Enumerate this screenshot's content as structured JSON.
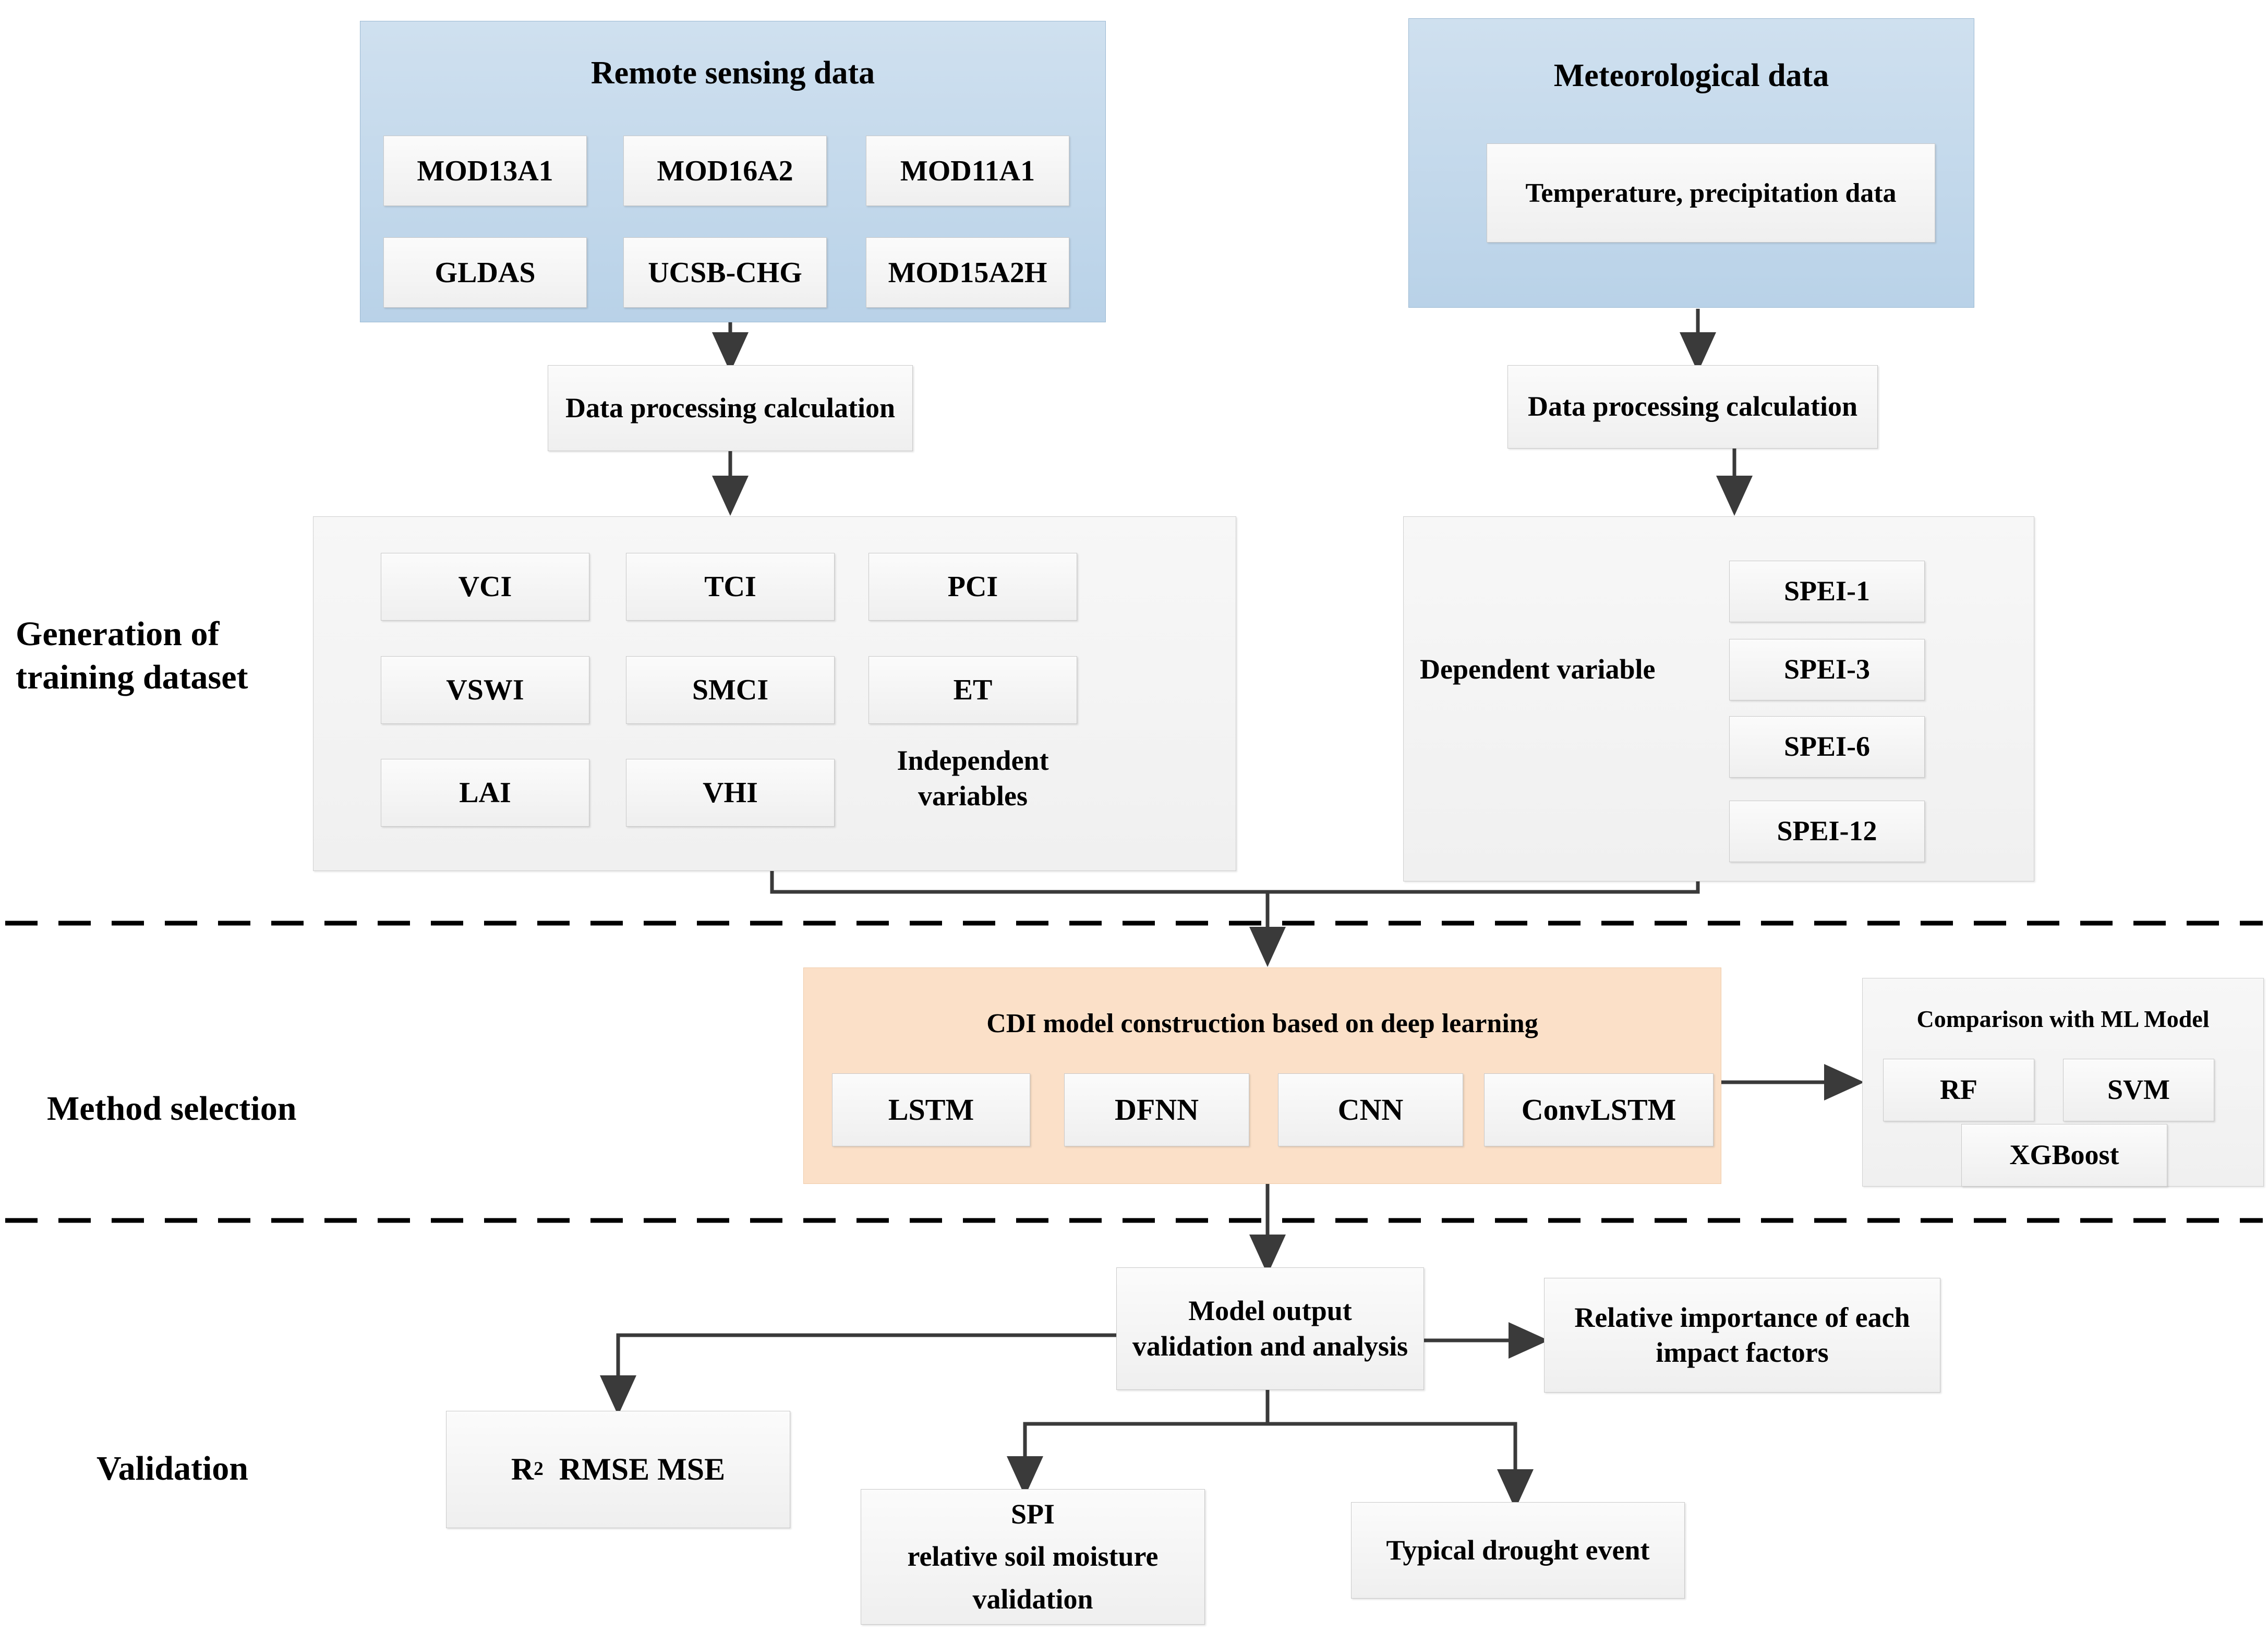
{
  "diagram": {
    "title_remote": "Remote sensing data",
    "title_meteo": "Meteorological data",
    "remote_items": [
      "MOD13A1",
      "MOD16A2",
      "MOD11A1",
      "GLDAS",
      "UCSB-CHG",
      "MOD15A2H"
    ],
    "meteo_item": "Temperature, precipitation data",
    "processing_left": "Data processing calculation",
    "processing_right": "Data processing calculation",
    "independent_items": [
      "VCI",
      "TCI",
      "PCI",
      "VSWI",
      "SMCI",
      "ET",
      "LAI",
      "VHI"
    ],
    "independent_label": "Independent variables",
    "dependent_label": "Dependent variable",
    "spei_items": [
      "SPEI-1",
      "SPEI-3",
      "SPEI-6",
      "SPEI-12"
    ],
    "cdi_title": "CDI model construction based on deep learning",
    "dl_models": [
      "LSTM",
      "DFNN",
      "CNN",
      "ConvLSTM"
    ],
    "ml_title": "Comparison with ML Model",
    "ml_models": [
      "RF",
      "SVM",
      "XGBoost"
    ],
    "model_output": "Model output validation and analysis",
    "relative_importance": "Relative importance of each impact factors",
    "metrics_r2": "R",
    "metrics_r2_sup": "2",
    "metrics_rest": "RMSE  MSE",
    "spi_validation_line1": "SPI",
    "spi_validation_line2": "relative soil moisture",
    "spi_validation_line3": "validation",
    "typical_event": "Typical drought event",
    "stages": [
      "Generation of training dataset",
      "Method selection",
      "Validation"
    ],
    "colors": {
      "blue_header": "#bcd4e8",
      "orange_panel": "#fbe0c8",
      "box_border": "#c9c9c9",
      "line": "#3a3a3a"
    }
  }
}
